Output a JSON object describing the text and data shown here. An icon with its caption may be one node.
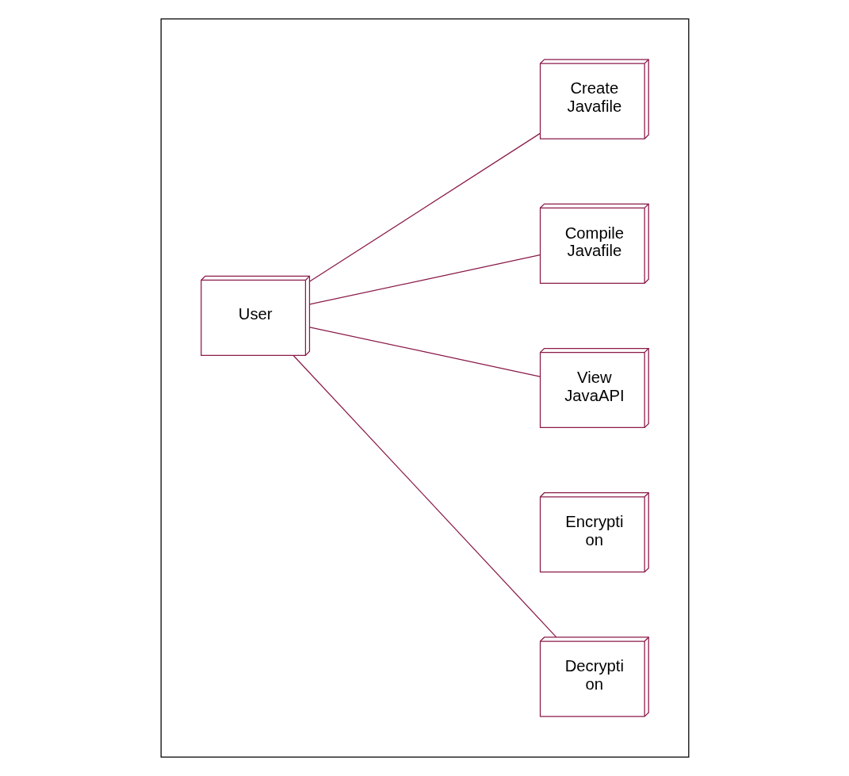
{
  "diagram": {
    "nodes": [
      {
        "text": [],
        "shape": "box"
      },
      {
        "text": [
          "User"
        ],
        "in": 0
      },
      {
        "text": [
          "Create Javafile"
        ],
        "in": 0
      },
      {
        "text": [
          "Compile Javafile"
        ],
        "in": 0
      },
      {
        "text": [
          "View JavaAPI"
        ],
        "in": 0
      },
      {
        "text": [
          "Encrypti on"
        ],
        "in": 0
      },
      {
        "text": [
          "Decrypti on"
        ],
        "in": 0
      }
    ],
    "edges": [
      {
        "from": 1,
        "to": 2,
        "arrow": "none"
      },
      {
        "from": 1,
        "to": 3,
        "arrow": "none"
      },
      {
        "from": 1,
        "to": 4,
        "arrow": "none"
      },
      {
        "from": 1,
        "to": 6,
        "arrow": "none"
      }
    ]
  }
}
